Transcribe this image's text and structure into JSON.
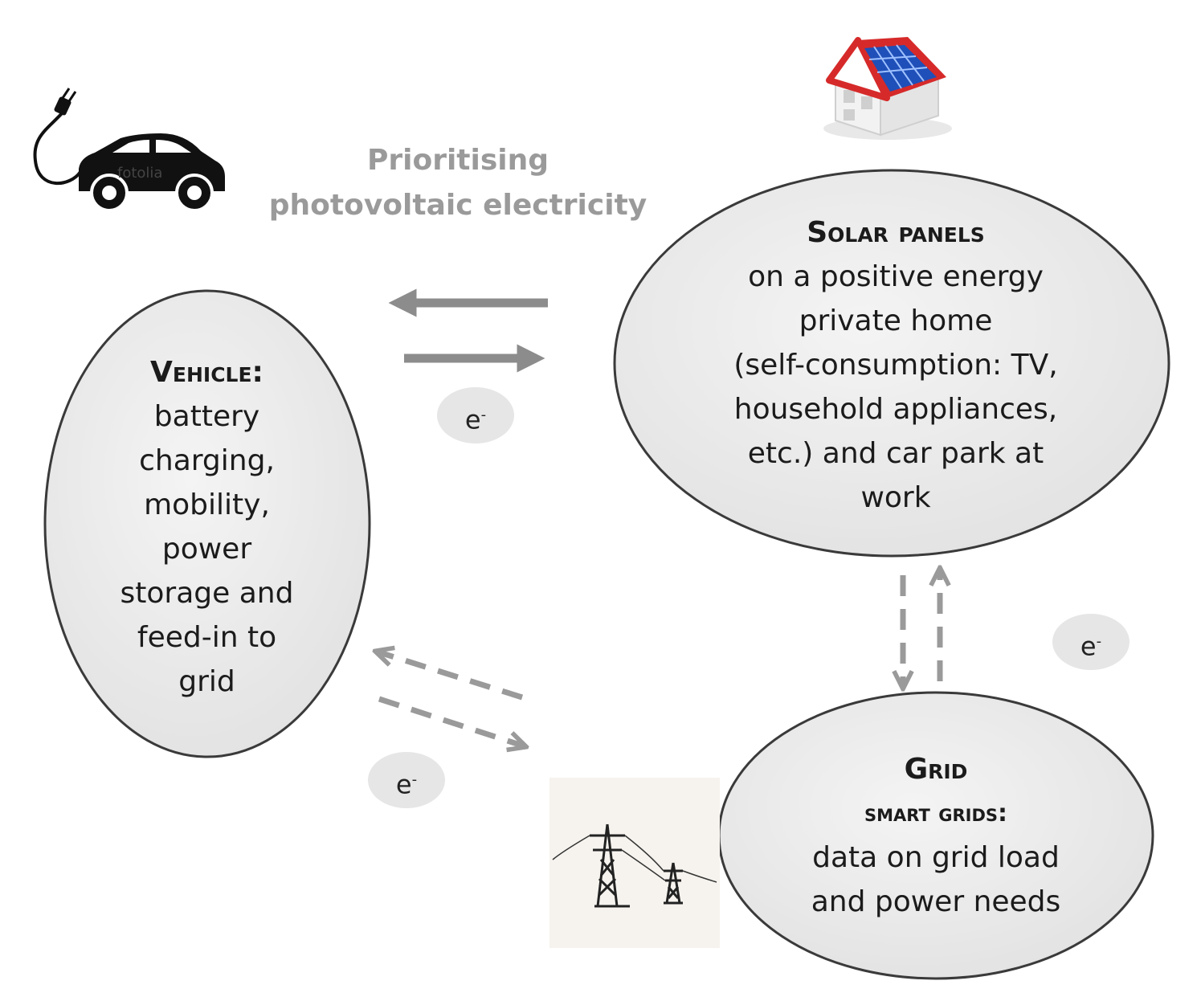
{
  "caption": {
    "line1": "Prioritising",
    "line2": "photovoltaic electricity"
  },
  "vehicle": {
    "title": "Vehicle:",
    "lines": [
      "battery",
      "charging,",
      "mobility,",
      "power",
      "storage and",
      "feed-in to",
      "grid"
    ]
  },
  "solar": {
    "title": "Solar panels",
    "lines": [
      "on a positive energy",
      "private home",
      "(self-consumption: TV,",
      "household appliances,",
      "etc.) and car park at",
      "work"
    ]
  },
  "grid": {
    "title": "Grid",
    "subtitle": "smart grids:",
    "lines": [
      "data on grid load",
      "and power needs"
    ]
  },
  "electron_label": "e",
  "electron_sup": "-",
  "car_watermark": "fotolia",
  "colors": {
    "ellipse_fill": "#ececec",
    "ellipse_stroke": "#3a3a3a",
    "arrow_solid": "#8c8c8c",
    "arrow_dashed": "#9a9a9a",
    "caption": "#9a9a9a",
    "roof": "#d62a2a",
    "solar_panel": "#1f4fb8",
    "house_wall": "#f2f2f2",
    "car": "#111111"
  },
  "icons": [
    "electric-car-icon",
    "solar-house-icon",
    "power-pylon-icon"
  ]
}
